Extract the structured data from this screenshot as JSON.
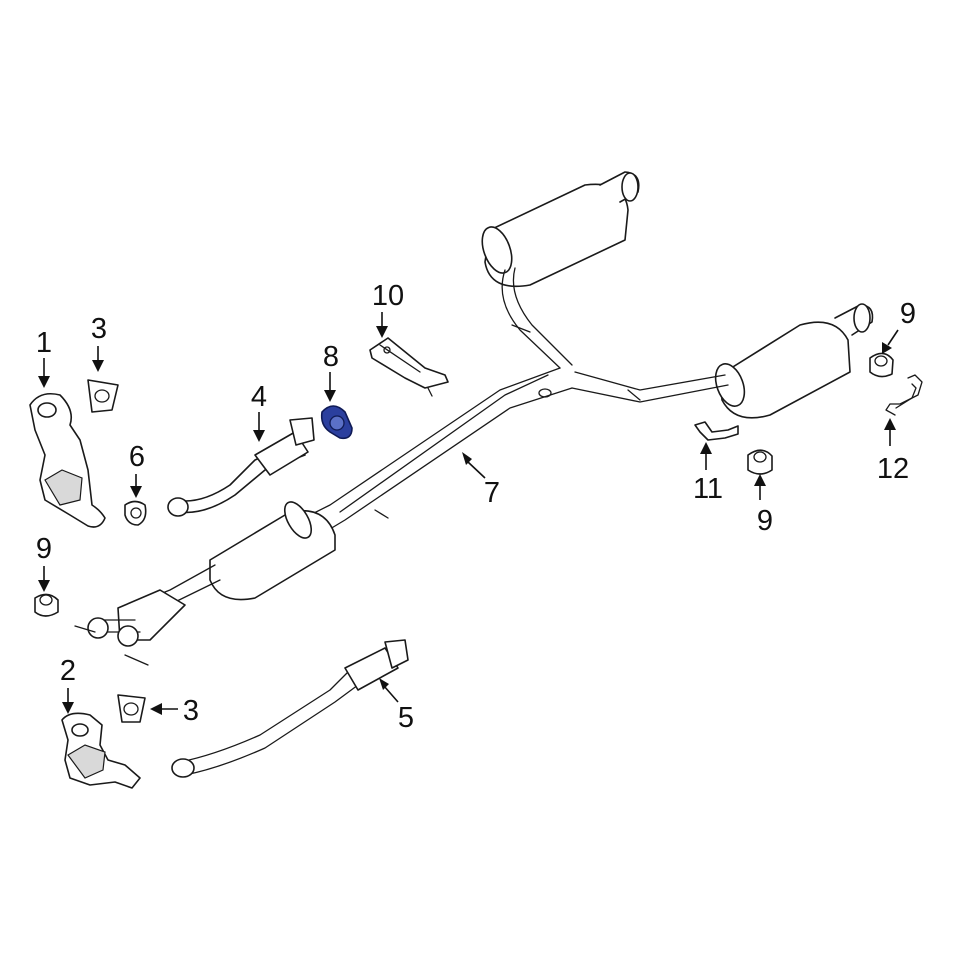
{
  "diagram": {
    "callouts": {
      "c1": "1",
      "c2": "2",
      "c3a": "3",
      "c3b": "3",
      "c4": "4",
      "c5": "5",
      "c6": "6",
      "c7": "7",
      "c8": "8",
      "c9a": "9",
      "c9b": "9",
      "c9c": "9",
      "c10": "10",
      "c11": "11",
      "c12": "12"
    },
    "highlight_color": "#2b3f9e",
    "line_color": "#1a1a1a"
  }
}
